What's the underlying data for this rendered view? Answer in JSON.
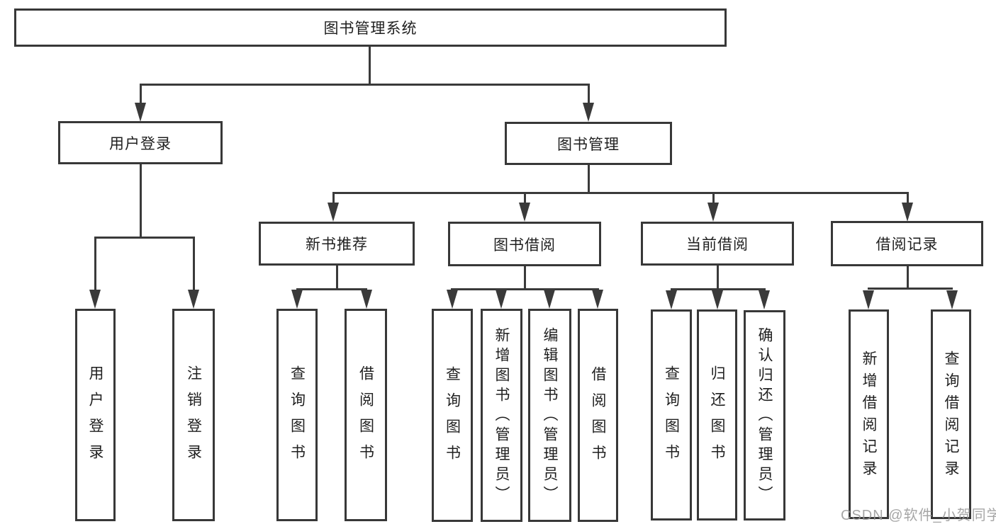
{
  "diagram": {
    "title": "图书管理系统",
    "branches": [
      {
        "label": "用户登录",
        "children": [
          {
            "label": "用户登录"
          },
          {
            "label": "注销登录"
          }
        ]
      },
      {
        "label": "图书管理",
        "children": [
          {
            "label": "新书推荐",
            "children": [
              {
                "label": "查询图书"
              },
              {
                "label": "借阅图书"
              }
            ]
          },
          {
            "label": "图书借阅",
            "children": [
              {
                "label": "查询图书"
              },
              {
                "label": "新增图书（管理员）"
              },
              {
                "label": "编辑图书（管理员）"
              },
              {
                "label": "借阅图书"
              }
            ]
          },
          {
            "label": "当前借阅",
            "children": [
              {
                "label": "查询图书"
              },
              {
                "label": "归还图书"
              },
              {
                "label": "确认归还（管理员）"
              }
            ]
          },
          {
            "label": "借阅记录",
            "children": [
              {
                "label": "新增借阅记录"
              },
              {
                "label": "查询借阅记录"
              }
            ]
          }
        ]
      }
    ]
  },
  "watermark": {
    "text": "CSDN @软件_小贺同学"
  },
  "colors": {
    "line": "#3a3a3a",
    "border": "#383838",
    "text": "#1f1f1f",
    "background": "#ffffff",
    "watermark": "#969696"
  }
}
